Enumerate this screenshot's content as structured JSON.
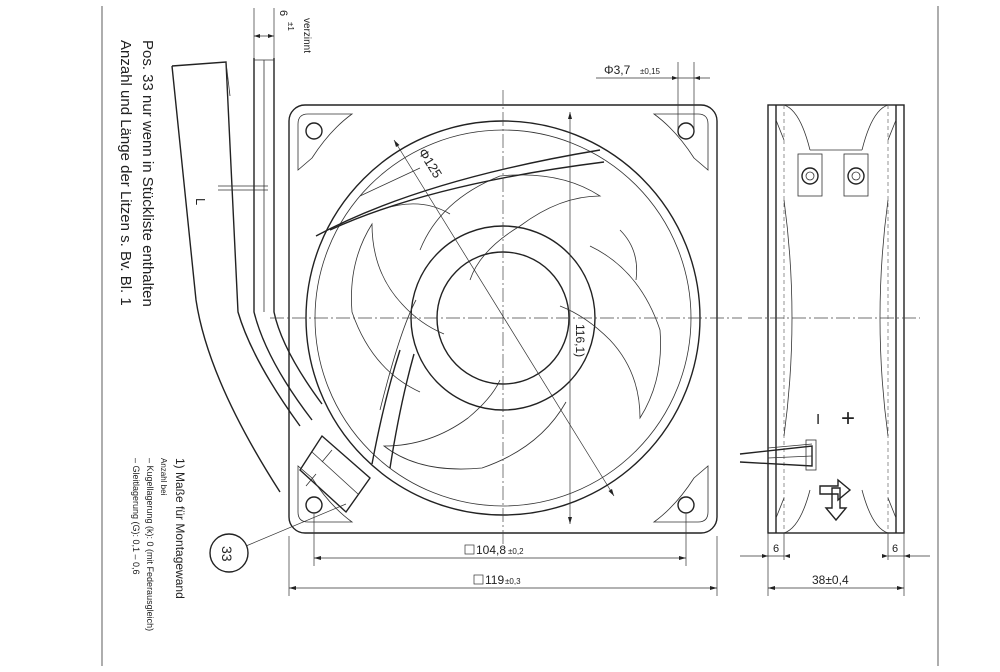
{
  "notes": {
    "pos_line1": "Pos. 33 nur wenn in Stückliste enthalten",
    "pos_line2": "Anzahl und Länge der Litzen s. Bv. Bl. 1",
    "foot_1": "1) Maße für Montagewand",
    "foot_2": "Anzahl bei",
    "foot_3": "– Kugellagerung (k): 0 (mit Federausgleich)",
    "foot_4": "– Gleitlagerung (G): 0,1 – 0,6"
  },
  "labels": {
    "verzinnt": "verzinnt",
    "lead_len": "L",
    "lead_dim": "6",
    "lead_tol": "±1",
    "hole_dia": "Φ3,7",
    "hole_tol": "±0,15",
    "circle_dia": "Φ125",
    "hub_dim": "116,1)",
    "mount_spacing": "104,8",
    "mount_tol": "±0,2",
    "outer_size": "119",
    "outer_tol": "±0,3",
    "part_no": "33",
    "flange_left": "6",
    "flange_right": "6",
    "depth": "38±0,4",
    "minus": "I",
    "plus": "+"
  }
}
